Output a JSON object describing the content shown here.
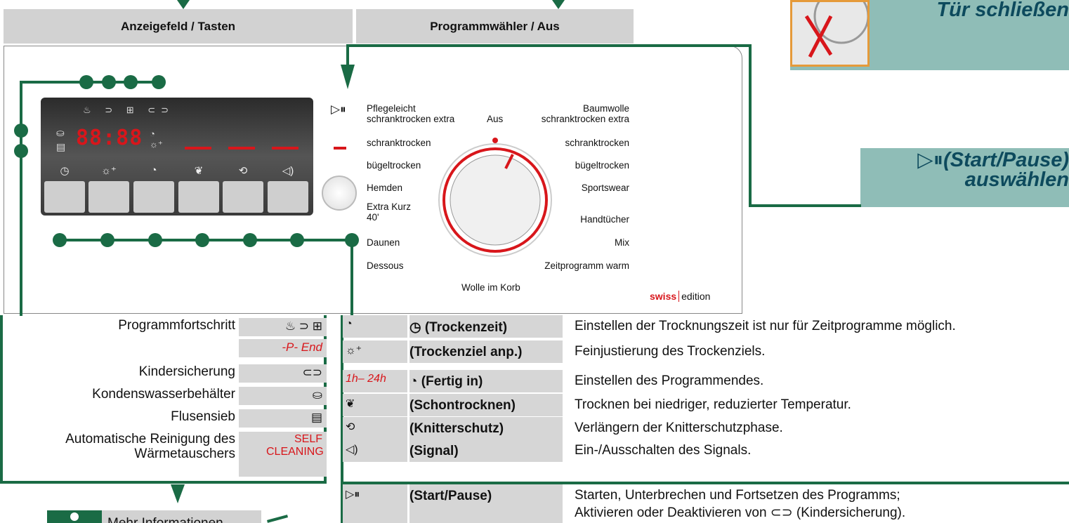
{
  "headers": {
    "display_keys": "Anzeigefeld / Tasten",
    "program_off": "Programmwähler / Aus"
  },
  "right_callouts": {
    "close_door": "Tür schließen",
    "start_pause_symbol": "▷⏸",
    "start_pause_text": "(Start/Pause)",
    "select_text": "auswählen"
  },
  "dial_labels": {
    "left": [
      "Pflegeleicht schranktrocken extra",
      "schranktrocken",
      "bügeltrocken",
      "Hemden",
      "Extra Kurz 40'",
      "Daunen",
      "Dessous"
    ],
    "right": [
      "Baumwolle schranktrocken extra",
      "schranktrocken",
      "bügeltrocken",
      "Sportswear",
      "Handtücher",
      "Mix",
      "Zeitprogramm warm"
    ],
    "top": "Aus",
    "bottom": "Wolle im Korb"
  },
  "brand": {
    "swiss": "swiss",
    "edition": "edition"
  },
  "display_digits": "88:88",
  "left_table": [
    {
      "name": "Programmfortschritt",
      "icon": "♨ ⊃ ⊞"
    },
    {
      "name": "",
      "icon": "-P- End"
    },
    {
      "name": "Kindersicherung",
      "icon": "⊂⊃"
    },
    {
      "name": "Kondenswasserbehälter",
      "icon": "⛀"
    },
    {
      "name": "Flusensieb",
      "icon": "▤"
    },
    {
      "name": "Automatische Reinigung des Wärmetauschers",
      "icon": "SELF CLEANING"
    }
  ],
  "right_table": [
    {
      "icon": "◔",
      "key": "◷ (Trockenzeit)",
      "desc": "Einstellen der Trocknungszeit ist nur für Zeitprogramme möglich."
    },
    {
      "icon": "☼⁺",
      "key": "(Trockenziel anp.)",
      "desc": "Feinjustierung des Trockenziels."
    },
    {
      "icon": "1h– 24h",
      "key": "◔ (Fertig in)",
      "desc": "Einstellen des Programmendes."
    },
    {
      "icon": "❦",
      "key": "(Schontrocknen)",
      "desc": "Trocknen bei niedriger, reduzierter Temperatur."
    },
    {
      "icon": "⟲",
      "key": "(Knitterschutz)",
      "desc": "Verlängern der Knitterschutzphase."
    },
    {
      "icon": "◁)",
      "key": "(Signal)",
      "desc": "Ein-/Ausschalten des Signals."
    }
  ],
  "start_row": {
    "icon": "▷⏸",
    "key": "(Start/Pause)",
    "desc1": "Starten, Unterbrechen und Fortsetzen des Programms;",
    "desc2": "Aktivieren oder Deaktivieren von ⊂⊃ (Kindersicherung)."
  },
  "more_info": "Mehr Informationen",
  "colors": {
    "green": "#1a6b45",
    "red": "#d8161b",
    "teal": "#8fbdb7",
    "navy": "#0d4a5d"
  }
}
